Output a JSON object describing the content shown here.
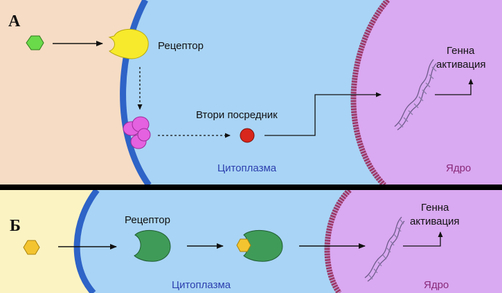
{
  "colors": {
    "extracellular_top": "#f6dcc4",
    "extracellular_bottom": "#fbf3c2",
    "cytoplasm": "#a9d4f5",
    "membrane": "#2e63c7",
    "nucleus": "#d9a9f1",
    "nuclear_envelope": "#9d3a6a",
    "divider": "#000000",
    "ligand_green": "#6ad94a",
    "receptor_yellow": "#f7ea2c",
    "g_protein_magenta": "#e461e0",
    "second_messenger_red": "#d8271c",
    "receptor_green": "#3f9b58",
    "ligand_yellow": "#f4c430"
  },
  "panel_a": {
    "letter": "А",
    "receptor_label": "Рецептор",
    "second_messenger_label": "Втори посредник",
    "gene_label_line1": "Генна",
    "gene_label_line2": "активация",
    "cytoplasm_label": "Цитоплазма",
    "nucleus_label": "Ядро"
  },
  "panel_b": {
    "letter": "Б",
    "receptor_label": "Рецептор",
    "gene_label_line1": "Генна",
    "gene_label_line2": "активация",
    "cytoplasm_label": "Цитоплазма",
    "nucleus_label": "Ядро"
  }
}
